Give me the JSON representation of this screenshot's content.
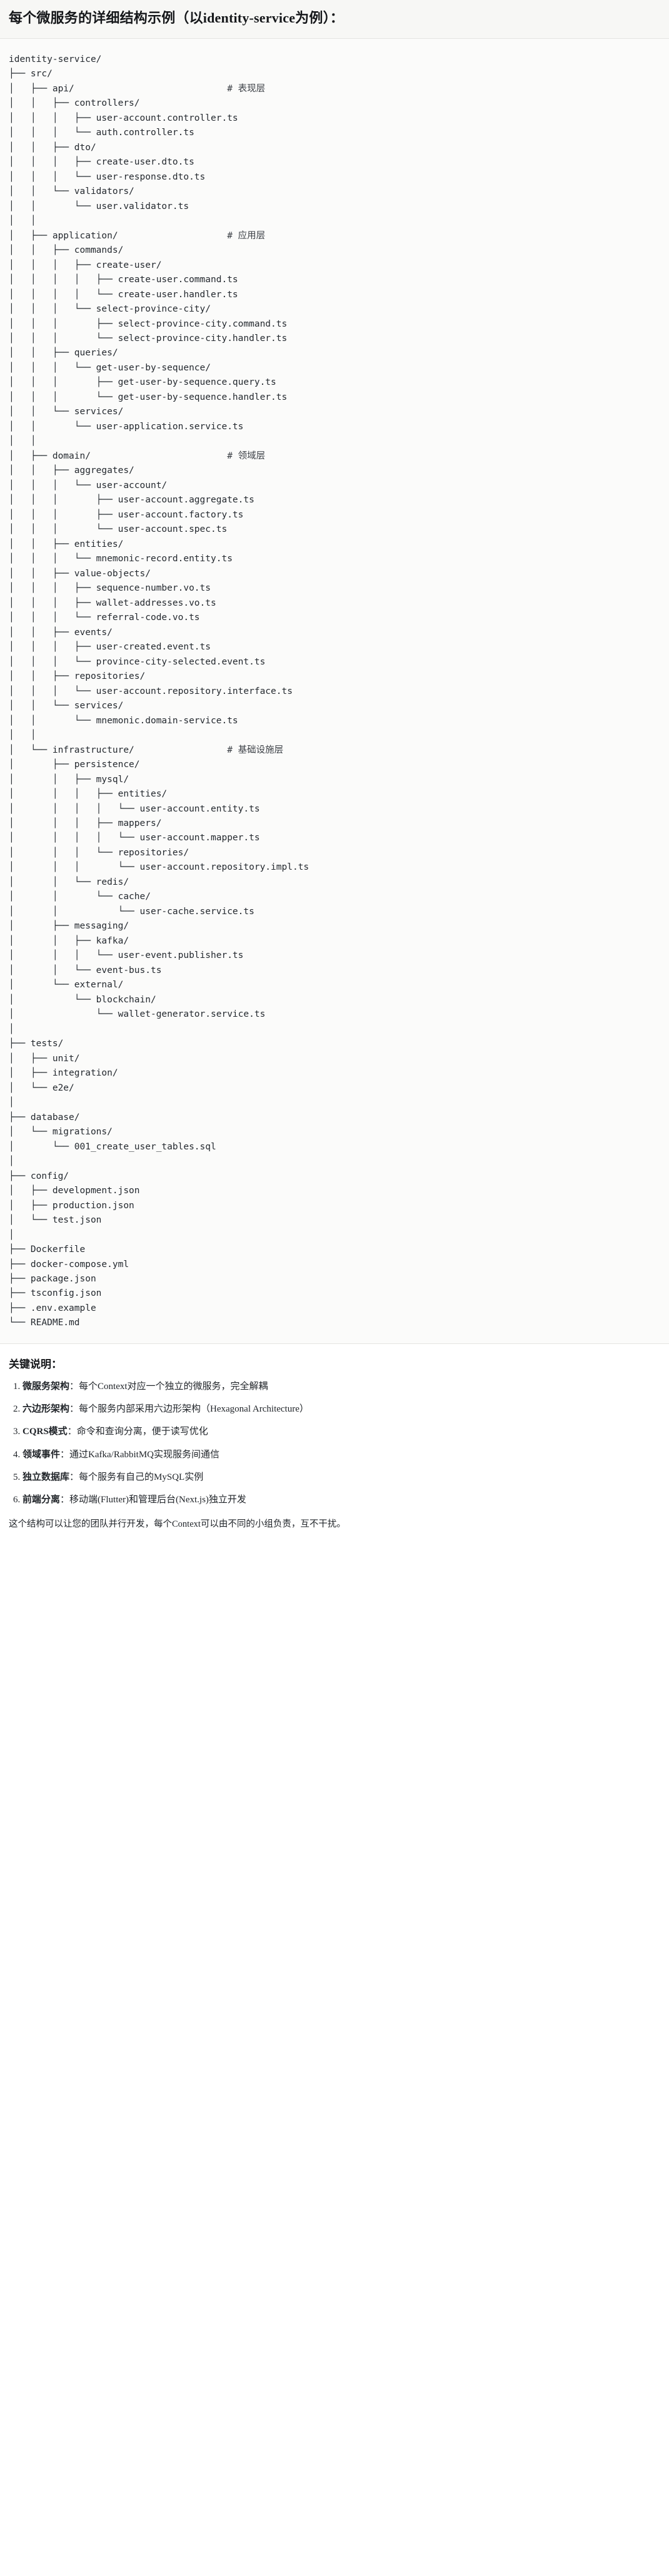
{
  "title": "每个微服务的详细结构示例（以identity-service为例）：",
  "tree": {
    "root_label": "identity-service/",
    "lines": [
      {
        "prefix": "",
        "name": "identity-service/",
        "comment": ""
      },
      {
        "prefix": "├── ",
        "name": "src/",
        "comment": ""
      },
      {
        "prefix": "│   ├── ",
        "name": "api/",
        "comment": "# 表现层"
      },
      {
        "prefix": "│   │   ├── ",
        "name": "controllers/",
        "comment": ""
      },
      {
        "prefix": "│   │   │   ├── ",
        "name": "user-account.controller.ts",
        "comment": ""
      },
      {
        "prefix": "│   │   │   └── ",
        "name": "auth.controller.ts",
        "comment": ""
      },
      {
        "prefix": "│   │   ├── ",
        "name": "dto/",
        "comment": ""
      },
      {
        "prefix": "│   │   │   ├── ",
        "name": "create-user.dto.ts",
        "comment": ""
      },
      {
        "prefix": "│   │   │   └── ",
        "name": "user-response.dto.ts",
        "comment": ""
      },
      {
        "prefix": "│   │   └── ",
        "name": "validators/",
        "comment": ""
      },
      {
        "prefix": "│   │       └── ",
        "name": "user.validator.ts",
        "comment": ""
      },
      {
        "prefix": "│   │",
        "name": "",
        "comment": ""
      },
      {
        "prefix": "│   ├── ",
        "name": "application/",
        "comment": "# 应用层"
      },
      {
        "prefix": "│   │   ├── ",
        "name": "commands/",
        "comment": ""
      },
      {
        "prefix": "│   │   │   ├── ",
        "name": "create-user/",
        "comment": ""
      },
      {
        "prefix": "│   │   │   │   ├── ",
        "name": "create-user.command.ts",
        "comment": ""
      },
      {
        "prefix": "│   │   │   │   └── ",
        "name": "create-user.handler.ts",
        "comment": ""
      },
      {
        "prefix": "│   │   │   └── ",
        "name": "select-province-city/",
        "comment": ""
      },
      {
        "prefix": "│   │   │       ├── ",
        "name": "select-province-city.command.ts",
        "comment": ""
      },
      {
        "prefix": "│   │   │       └── ",
        "name": "select-province-city.handler.ts",
        "comment": ""
      },
      {
        "prefix": "│   │   ├── ",
        "name": "queries/",
        "comment": ""
      },
      {
        "prefix": "│   │   │   └── ",
        "name": "get-user-by-sequence/",
        "comment": ""
      },
      {
        "prefix": "│   │   │       ├── ",
        "name": "get-user-by-sequence.query.ts",
        "comment": ""
      },
      {
        "prefix": "│   │   │       └── ",
        "name": "get-user-by-sequence.handler.ts",
        "comment": ""
      },
      {
        "prefix": "│   │   └── ",
        "name": "services/",
        "comment": ""
      },
      {
        "prefix": "│   │       └── ",
        "name": "user-application.service.ts",
        "comment": ""
      },
      {
        "prefix": "│   │",
        "name": "",
        "comment": ""
      },
      {
        "prefix": "│   ├── ",
        "name": "domain/",
        "comment": "# 领域层"
      },
      {
        "prefix": "│   │   ├── ",
        "name": "aggregates/",
        "comment": ""
      },
      {
        "prefix": "│   │   │   └── ",
        "name": "user-account/",
        "comment": ""
      },
      {
        "prefix": "│   │   │       ├── ",
        "name": "user-account.aggregate.ts",
        "comment": ""
      },
      {
        "prefix": "│   │   │       ├── ",
        "name": "user-account.factory.ts",
        "comment": ""
      },
      {
        "prefix": "│   │   │       └── ",
        "name": "user-account.spec.ts",
        "comment": ""
      },
      {
        "prefix": "│   │   ├── ",
        "name": "entities/",
        "comment": ""
      },
      {
        "prefix": "│   │   │   └── ",
        "name": "mnemonic-record.entity.ts",
        "comment": ""
      },
      {
        "prefix": "│   │   ├── ",
        "name": "value-objects/",
        "comment": ""
      },
      {
        "prefix": "│   │   │   ├── ",
        "name": "sequence-number.vo.ts",
        "comment": ""
      },
      {
        "prefix": "│   │   │   ├── ",
        "name": "wallet-addresses.vo.ts",
        "comment": ""
      },
      {
        "prefix": "│   │   │   └── ",
        "name": "referral-code.vo.ts",
        "comment": ""
      },
      {
        "prefix": "│   │   ├── ",
        "name": "events/",
        "comment": ""
      },
      {
        "prefix": "│   │   │   ├── ",
        "name": "user-created.event.ts",
        "comment": ""
      },
      {
        "prefix": "│   │   │   └── ",
        "name": "province-city-selected.event.ts",
        "comment": ""
      },
      {
        "prefix": "│   │   ├── ",
        "name": "repositories/",
        "comment": ""
      },
      {
        "prefix": "│   │   │   └── ",
        "name": "user-account.repository.interface.ts",
        "comment": ""
      },
      {
        "prefix": "│   │   └── ",
        "name": "services/",
        "comment": ""
      },
      {
        "prefix": "│   │       └── ",
        "name": "mnemonic.domain-service.ts",
        "comment": ""
      },
      {
        "prefix": "│   │",
        "name": "",
        "comment": ""
      },
      {
        "prefix": "│   └── ",
        "name": "infrastructure/",
        "comment": "# 基础设施层"
      },
      {
        "prefix": "│       ├── ",
        "name": "persistence/",
        "comment": ""
      },
      {
        "prefix": "│       │   ├── ",
        "name": "mysql/",
        "comment": ""
      },
      {
        "prefix": "│       │   │   ├── ",
        "name": "entities/",
        "comment": ""
      },
      {
        "prefix": "│       │   │   │   └── ",
        "name": "user-account.entity.ts",
        "comment": ""
      },
      {
        "prefix": "│       │   │   ├── ",
        "name": "mappers/",
        "comment": ""
      },
      {
        "prefix": "│       │   │   │   └── ",
        "name": "user-account.mapper.ts",
        "comment": ""
      },
      {
        "prefix": "│       │   │   └── ",
        "name": "repositories/",
        "comment": ""
      },
      {
        "prefix": "│       │   │       └── ",
        "name": "user-account.repository.impl.ts",
        "comment": ""
      },
      {
        "prefix": "│       │   └── ",
        "name": "redis/",
        "comment": ""
      },
      {
        "prefix": "│       │       └── ",
        "name": "cache/",
        "comment": ""
      },
      {
        "prefix": "│       │           └── ",
        "name": "user-cache.service.ts",
        "comment": ""
      },
      {
        "prefix": "│       ├── ",
        "name": "messaging/",
        "comment": ""
      },
      {
        "prefix": "│       │   ├── ",
        "name": "kafka/",
        "comment": ""
      },
      {
        "prefix": "│       │   │   └── ",
        "name": "user-event.publisher.ts",
        "comment": ""
      },
      {
        "prefix": "│       │   └── ",
        "name": "event-bus.ts",
        "comment": ""
      },
      {
        "prefix": "│       └── ",
        "name": "external/",
        "comment": ""
      },
      {
        "prefix": "│           └── ",
        "name": "blockchain/",
        "comment": ""
      },
      {
        "prefix": "│               └── ",
        "name": "wallet-generator.service.ts",
        "comment": ""
      },
      {
        "prefix": "│",
        "name": "",
        "comment": ""
      },
      {
        "prefix": "├── ",
        "name": "tests/",
        "comment": ""
      },
      {
        "prefix": "│   ├── ",
        "name": "unit/",
        "comment": ""
      },
      {
        "prefix": "│   ├── ",
        "name": "integration/",
        "comment": ""
      },
      {
        "prefix": "│   └── ",
        "name": "e2e/",
        "comment": ""
      },
      {
        "prefix": "│",
        "name": "",
        "comment": ""
      },
      {
        "prefix": "├── ",
        "name": "database/",
        "comment": ""
      },
      {
        "prefix": "│   └── ",
        "name": "migrations/",
        "comment": ""
      },
      {
        "prefix": "│       └── ",
        "name": "001_create_user_tables.sql",
        "comment": ""
      },
      {
        "prefix": "│",
        "name": "",
        "comment": ""
      },
      {
        "prefix": "├── ",
        "name": "config/",
        "comment": ""
      },
      {
        "prefix": "│   ├── ",
        "name": "development.json",
        "comment": ""
      },
      {
        "prefix": "│   ├── ",
        "name": "production.json",
        "comment": ""
      },
      {
        "prefix": "│   └── ",
        "name": "test.json",
        "comment": ""
      },
      {
        "prefix": "│",
        "name": "",
        "comment": ""
      },
      {
        "prefix": "├── ",
        "name": "Dockerfile",
        "comment": ""
      },
      {
        "prefix": "├── ",
        "name": "docker-compose.yml",
        "comment": ""
      },
      {
        "prefix": "├── ",
        "name": "package.json",
        "comment": ""
      },
      {
        "prefix": "├── ",
        "name": "tsconfig.json",
        "comment": ""
      },
      {
        "prefix": "├── ",
        "name": ".env.example",
        "comment": ""
      },
      {
        "prefix": "└── ",
        "name": "README.md",
        "comment": ""
      }
    ],
    "comment_column": 40
  },
  "notes": {
    "heading": "关键说明：",
    "items": [
      {
        "term": "微服务架构",
        "desc": "：每个Context对应一个独立的微服务，完全解耦"
      },
      {
        "term": "六边形架构",
        "desc": "：每个服务内部采用六边形架构（Hexagonal Architecture）"
      },
      {
        "term": "CQRS模式",
        "desc": "：命令和查询分离，便于读写优化"
      },
      {
        "term": "领域事件",
        "desc": "：通过Kafka/RabbitMQ实现服务间通信"
      },
      {
        "term": "独立数据库",
        "desc": "：每个服务有自己的MySQL实例"
      },
      {
        "term": "前端分离",
        "desc": "：移动端(Flutter)和管理后台(Next.js)独立开发"
      }
    ],
    "closing": "这个结构可以让您的团队并行开发，每个Context可以由不同的小组负责，互不干扰。"
  }
}
